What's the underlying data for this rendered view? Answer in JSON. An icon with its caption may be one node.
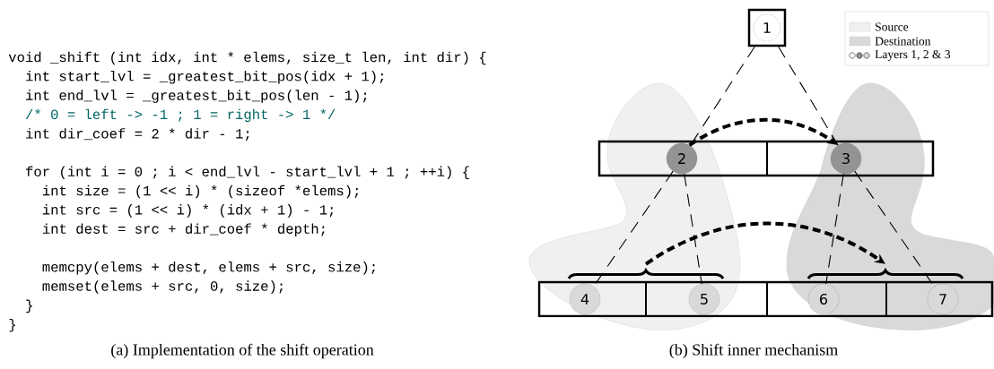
{
  "diagram": {
    "nodes": [
      {
        "text": [
          "1"
        ]
      },
      {
        "text": [
          "2"
        ]
      },
      {
        "text": [
          "3"
        ]
      },
      {
        "text": [
          "4"
        ]
      },
      {
        "text": [
          "5"
        ]
      },
      {
        "text": [
          "6"
        ]
      },
      {
        "text": [
          "7"
        ]
      },
      {
        "text": [],
        "shape": "brace"
      },
      {
        "text": [],
        "shape": "brace"
      }
    ],
    "edges": [
      {
        "from": 0,
        "to": 1,
        "arrow": "none",
        "style": "dashed"
      },
      {
        "from": 0,
        "to": 2,
        "arrow": "none",
        "style": "dashed"
      },
      {
        "from": 1,
        "to": 3,
        "arrow": "none",
        "style": "dashed"
      },
      {
        "from": 1,
        "to": 4,
        "arrow": "none",
        "style": "dashed"
      },
      {
        "from": 2,
        "to": 5,
        "arrow": "none",
        "style": "dashed"
      },
      {
        "from": 2,
        "to": 6,
        "arrow": "none",
        "style": "dashed"
      },
      {
        "from": 1,
        "to": 2,
        "arrow": "to",
        "style": "dashed"
      },
      {
        "from": 7,
        "to": 8,
        "arrow": "to",
        "style": "dashed"
      }
    ],
    "labels": [
      "void _shift (int idx, int * elems, size_t len, int dir) {",
      "int start_lvl = _greatest_bit_pos(idx + 1);",
      "int end_lvl = _greatest_bit_pos(len - 1);",
      "/* 0 = left -> -1 ; 1 = right -> 1 */",
      "int dir_coef = 2 * dir - 1;",
      "for (int i = 0 ; i < end_lvl - start_lvl + 1 ; ++i) {",
      "int size = (1 << i) * (sizeof *elems);",
      "int src = (1 << i) * (idx + 1) - 1;",
      "int dest = src + dir_coef * depth;",
      "memcpy(elems + dest, elems + src, size);",
      "memset(elems + src, 0, size);",
      "}",
      "}",
      "(a) Implementation of the shift operation",
      "(b) Shift inner mechanism"
    ],
    "legend": [
      {
        "text": "Source"
      },
      {
        "text": "Destination"
      },
      {
        "text": "Layers 1, 2 & 3"
      }
    ]
  }
}
